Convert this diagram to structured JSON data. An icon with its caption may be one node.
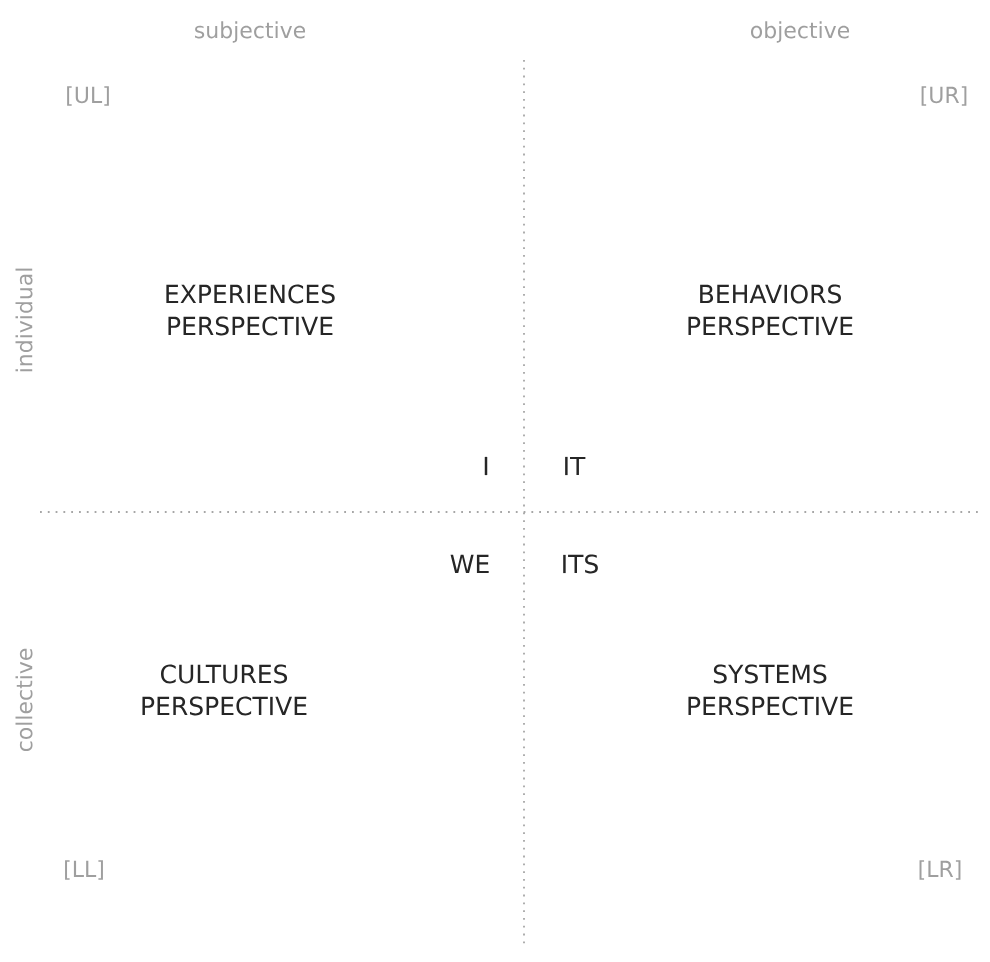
{
  "diagram": {
    "labels": [
      "subjective",
      "objective",
      "[UL]",
      "[UR]",
      "individual",
      "EXPERIENCES PERSPECTIVE",
      "BEHAVIORS PERSPECTIVE",
      "I",
      "IT",
      "WE",
      "ITS",
      "collective",
      "CULTURES PERSPECTIVE",
      "SYSTEMS PERSPECTIVE",
      "[LL]",
      "[LR]"
    ]
  }
}
